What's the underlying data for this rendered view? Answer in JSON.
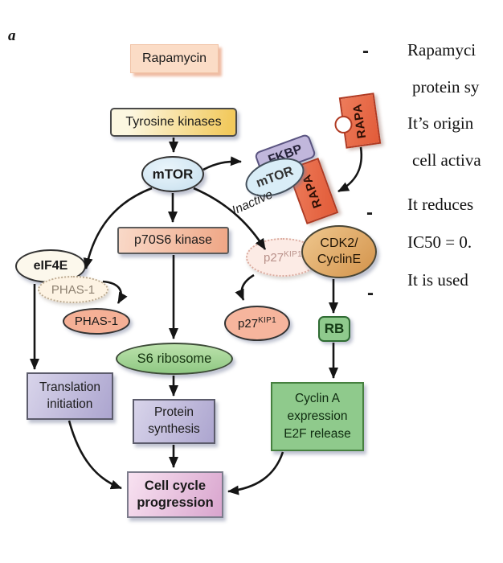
{
  "figure_label": "a",
  "diagram": {
    "nodes": {
      "rapamycin": "Rapamycin",
      "tyrosine_kinases": "Tyrosine kinases",
      "mtor": "mTOR",
      "fkbp": "FKBP",
      "mtor_inactive": "mTOR",
      "rapa_complex": "RAPA",
      "rapa_free": "RAPA",
      "inactive_label": "Inactive",
      "p70s6_kinase": "p70S6 kinase",
      "eif4e": "eIF4E",
      "phas1_dotted": "PHAS-1",
      "phas1_solid": "PHAS-1",
      "p27_dotted": {
        "text": "p27",
        "sup": "KIP1"
      },
      "p27_solid": {
        "text": "p27",
        "sup": "KIP1"
      },
      "cdk2": {
        "line1": "CDK2/",
        "line2": "CyclinE"
      },
      "rb": "RB",
      "s6_ribosome": "S6 ribosome",
      "translation": {
        "line1": "Translation",
        "line2": "initiation"
      },
      "protein": {
        "line1": "Protein",
        "line2": "synthesis"
      },
      "cyclin_a": {
        "line1": "Cyclin A",
        "line2": "expression",
        "line3": "E2F release"
      },
      "cell_cycle": {
        "line1": "Cell cycle",
        "line2": "progression"
      }
    },
    "colors": {
      "rapamycin_fill": "#fbdcc6",
      "tyrosine_fill": "#f2c95c",
      "mtor_fill": "#c6dfee",
      "fkbp_fill": "#c1b7dc",
      "mtor_inactive_fill": "#d9edf7",
      "rapa_fill": "#e25b38",
      "rapa_border": "#b03a22",
      "p70s6_fill": "#efa685",
      "eif4e_fill": "#fcf8ec",
      "phas1_dotted_fill": "#fdf3e3",
      "phas1_solid_fill": "#f5b096",
      "p27_dotted_fill": "#fcebe5",
      "p27_solid_fill": "#f6b59d",
      "cdk2_fill": "#d3934b",
      "green_fill": "#8fca8c",
      "green_border": "#46803f",
      "s6_fill": "#8fc883",
      "lavender_fill": "#aca5cf",
      "cellcycle_fill": "#d9a5ce",
      "arrow_color": "#151515"
    }
  },
  "notes": {
    "bullet": "-",
    "lines": [
      "Rapamyci",
      "protein sy",
      "It’s origin",
      "cell activa",
      "It reduces",
      "IC50 = 0.",
      "It is used"
    ]
  }
}
